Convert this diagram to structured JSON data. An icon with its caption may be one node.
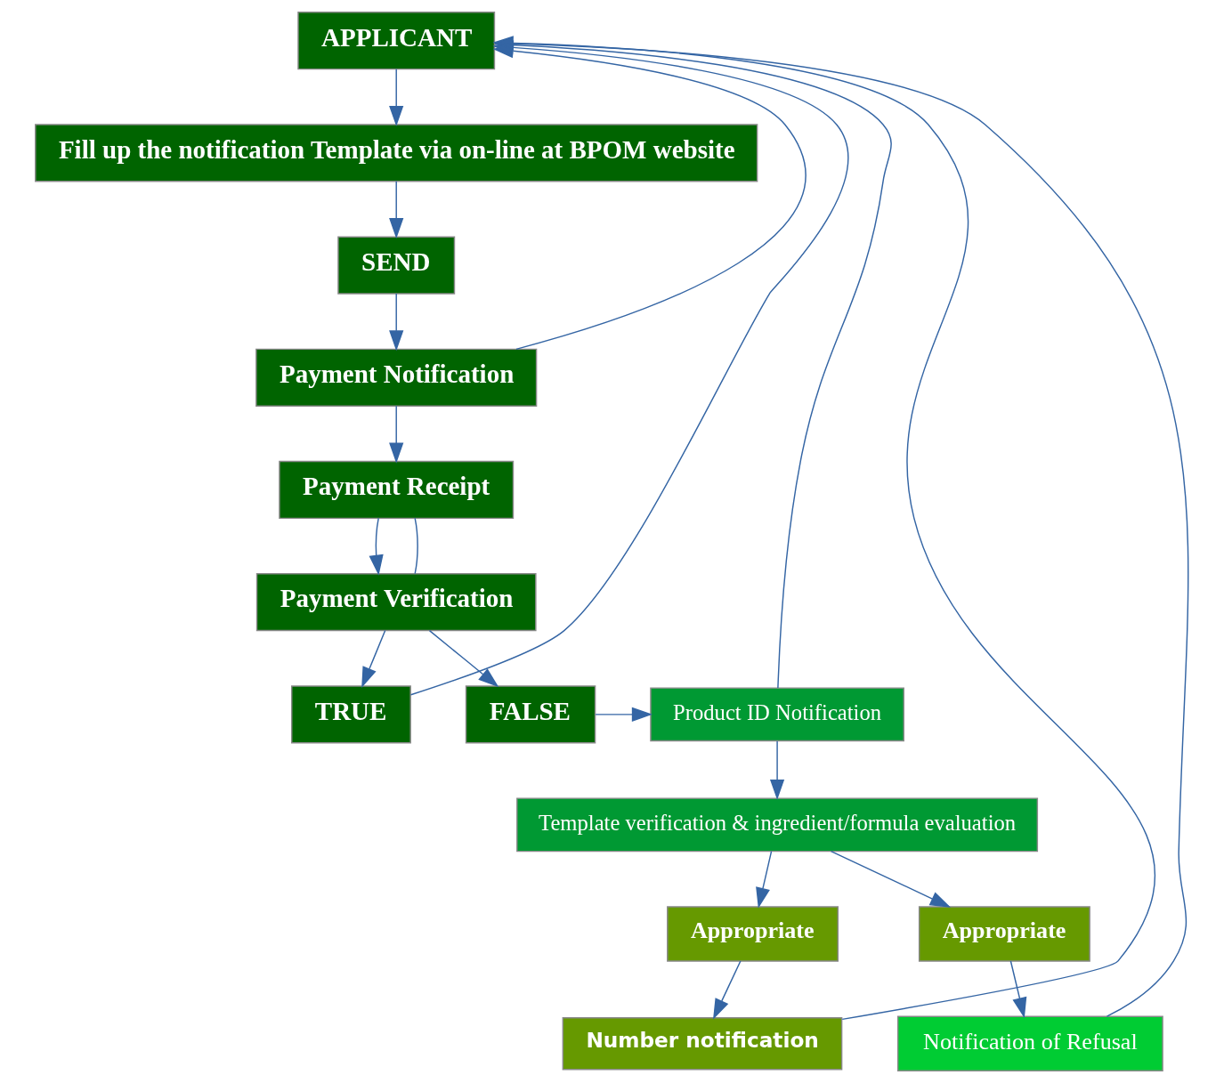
{
  "diagram": {
    "nodes": [
      {
        "text": [
          "APPLICANT"
        ]
      },
      {
        "text": [
          "Fill up the notification Template via on-line at BPOM website"
        ]
      },
      {
        "text": [
          "SEND"
        ]
      },
      {
        "text": [
          "Payment Notification"
        ]
      },
      {
        "text": [
          "Payment Receipt"
        ]
      },
      {
        "text": [
          "Payment Verification"
        ]
      },
      {
        "text": [
          "TRUE"
        ]
      },
      {
        "text": [
          "FALSE"
        ]
      },
      {
        "text": [
          "Product ID Notification"
        ]
      },
      {
        "text": [
          "Template verification & ingredient/formula evaluation"
        ]
      },
      {
        "text": [
          "Appropriate"
        ]
      },
      {
        "text": [
          "Number notification"
        ]
      },
      {
        "text": [
          "Appropriate"
        ]
      },
      {
        "text": [
          "Notification of Refusal"
        ]
      }
    ],
    "edges": [
      {
        "from": 0,
        "to": 1,
        "arrow": "to"
      },
      {
        "from": 1,
        "to": 2,
        "arrow": "to"
      },
      {
        "from": 2,
        "to": 3,
        "arrow": "to"
      },
      {
        "from": 3,
        "to": 4,
        "arrow": "to"
      },
      {
        "from": 4,
        "to": 5,
        "arrow": "to"
      },
      {
        "from": 4,
        "to": 5,
        "arrow": "none"
      },
      {
        "from": 5,
        "to": 6,
        "arrow": "to"
      },
      {
        "from": 5,
        "to": 7,
        "arrow": "to"
      },
      {
        "from": 6,
        "to": 0,
        "arrow": "to"
      },
      {
        "from": 3,
        "to": 0,
        "arrow": "to"
      },
      {
        "from": 7,
        "to": 8,
        "arrow": "to"
      },
      {
        "from": 8,
        "to": 9,
        "arrow": "to"
      },
      {
        "from": 9,
        "to": 10,
        "arrow": "to"
      },
      {
        "from": 9,
        "to": 12,
        "arrow": "to"
      },
      {
        "from": 10,
        "to": 11,
        "arrow": "to"
      },
      {
        "from": 11,
        "to": 0,
        "arrow": "to"
      },
      {
        "from": 12,
        "to": 13,
        "arrow": "to"
      },
      {
        "from": 13,
        "to": 0,
        "arrow": "none"
      },
      {
        "from": 8,
        "to": 0,
        "arrow": "none"
      }
    ]
  }
}
